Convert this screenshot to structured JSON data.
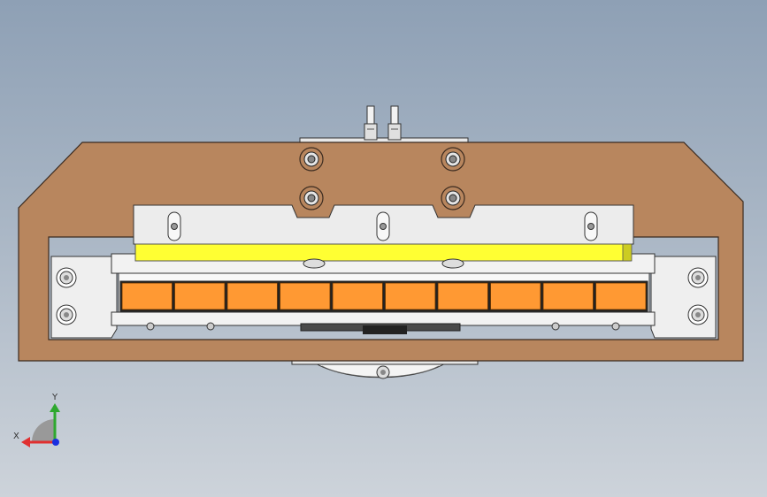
{
  "viewport": {
    "background_top": "#8ea0b5",
    "background_bottom": "#cdd3da"
  },
  "model": {
    "frame_color": "#b8865e",
    "slider_color": "#ffff33",
    "cell_color": "#ff9933",
    "plate_color": "#ececec",
    "cell_count": 10,
    "slot_count": 3,
    "fitting_count": 2
  },
  "triad": {
    "x_label": "X",
    "y_label": "Y",
    "x_color": "#e03030",
    "y_color": "#2ea82e",
    "z_color": "#1a2fe0"
  }
}
